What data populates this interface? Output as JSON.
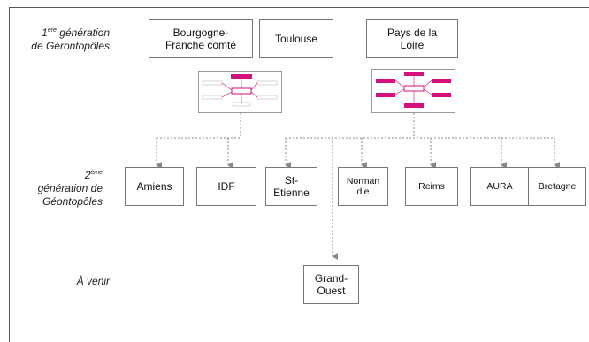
{
  "row_labels": {
    "gen1": {
      "prefix": "1",
      "sup": "ère",
      "rest": " génération",
      "line2": "de Gérontopôles"
    },
    "gen2": {
      "prefix": "2",
      "sup": "ème",
      "line2": "génération de",
      "line3": "Géontopôles"
    },
    "future": {
      "text": "À venir"
    }
  },
  "gen1_nodes": [
    {
      "line1": "Bourgogne-",
      "line2": "Franche comté"
    },
    {
      "line1": "Toulouse",
      "line2": ""
    },
    {
      "line1": "Pays de la",
      "line2": "Loire"
    }
  ],
  "gen2_nodes": [
    {
      "line1": "Amiens",
      "line2": ""
    },
    {
      "line1": "IDF",
      "line2": ""
    },
    {
      "line1": "St-",
      "line2": "Etienne"
    },
    {
      "line1": "Norman",
      "line2": "die"
    },
    {
      "line1": "Reims",
      "line2": ""
    },
    {
      "line1": "AURA",
      "line2": ""
    },
    {
      "line1": "Bretagne",
      "line2": ""
    }
  ],
  "future_nodes": [
    {
      "line1": "Grand-",
      "line2": "Ouest"
    }
  ],
  "colors": {
    "accent": "#d4117e",
    "connector": "#888888",
    "border": "#777777"
  }
}
